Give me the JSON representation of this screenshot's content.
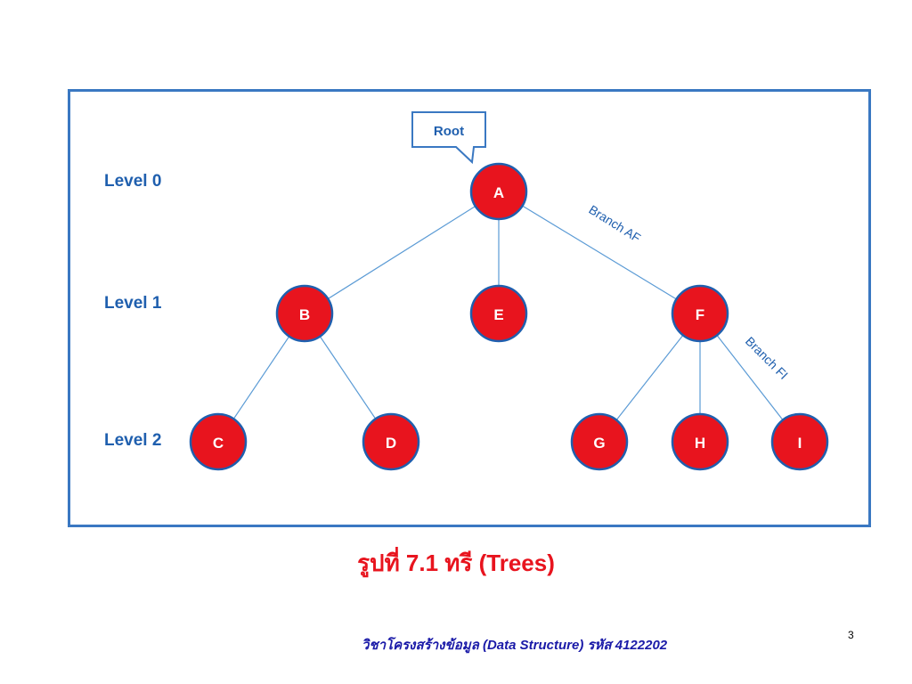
{
  "callout": {
    "text": "Root"
  },
  "levels": [
    "Level 0",
    "Level 1",
    "Level 2"
  ],
  "nodes": {
    "A": "A",
    "B": "B",
    "E": "E",
    "F": "F",
    "C": "C",
    "D": "D",
    "G": "G",
    "H": "H",
    "I": "I"
  },
  "branches": {
    "af": "Branch AF",
    "fi": "Branch FI"
  },
  "caption": "รูปที่ 7.1 ทรี (Trees)",
  "footer": "วิชาโครงสร้างข้อมูล (Data Structure) รหัส 4122202",
  "page_number": "3",
  "colors": {
    "node_fill": "#e8141e",
    "node_stroke": "#1f5fae",
    "edge": "#5b9bd5",
    "frame": "#3a78c2"
  }
}
